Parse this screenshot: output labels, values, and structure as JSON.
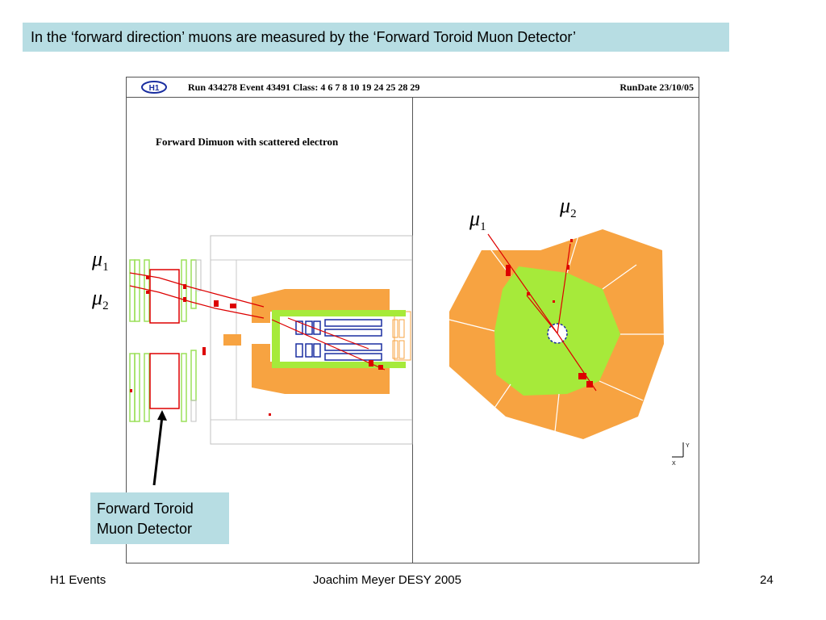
{
  "slide": {
    "title": "In the ‘forward direction’ muons are measured by the ‘Forward Toroid Muon Detector’"
  },
  "event_display": {
    "logo_text": "H1",
    "run_info": "Run 434278  Event 43491  Class: 4 6 7 8 10 19 24 25 28 29",
    "run_date": "RunDate 23/10/05",
    "panel_title": "Forward Dimuon  with scattered electron",
    "axis_y": "Y",
    "axis_x": "X"
  },
  "labels": {
    "mu_symbol": "μ",
    "mu1_index": "1",
    "mu2_index": "2"
  },
  "callout": {
    "line1": "Forward Toroid",
    "line2": "Muon Detector"
  },
  "footer": {
    "left": "H1 Events",
    "center": "Joachim Meyer  DESY  2005",
    "page": "24"
  },
  "colors": {
    "title_bg": "#b7dde3",
    "orange": "#f7a341",
    "green": "#a6ea3a",
    "track_red": "#dd0000",
    "chamber_blue": "#1a2ea0",
    "muon_green": "#9be05a"
  }
}
